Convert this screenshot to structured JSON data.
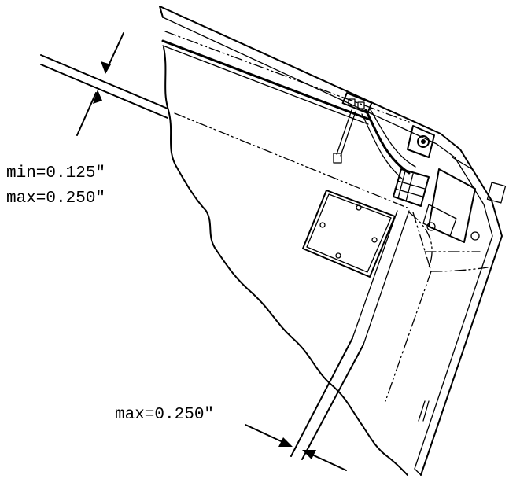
{
  "labels": {
    "top_min": "min=0.125\"",
    "top_max": "max=0.250\"",
    "bottom_max": "max=0.250\""
  }
}
